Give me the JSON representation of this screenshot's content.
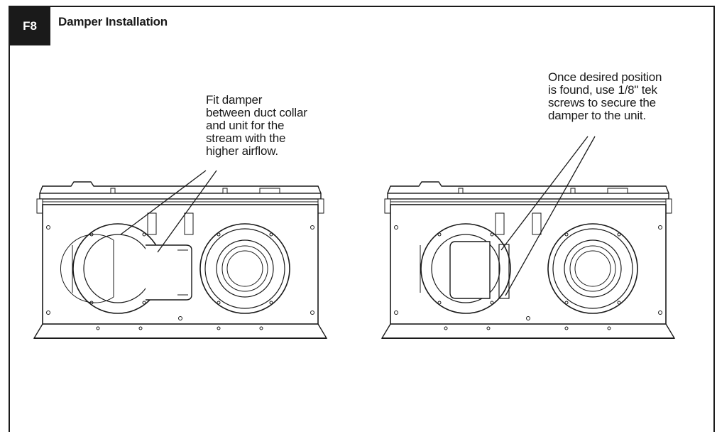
{
  "figure": {
    "tag": "F8",
    "title": "Damper Installation"
  },
  "callouts": {
    "left": "Fit damper\nbetween duct collar\nand unit for the\nstream with the\nhigher airflow.",
    "right": "Once desired position\nis found, use 1/8\" tek\nscrews to secure the\ndamper to the unit."
  },
  "colors": {
    "ink": "#1a1a1a",
    "background": "#ffffff"
  }
}
